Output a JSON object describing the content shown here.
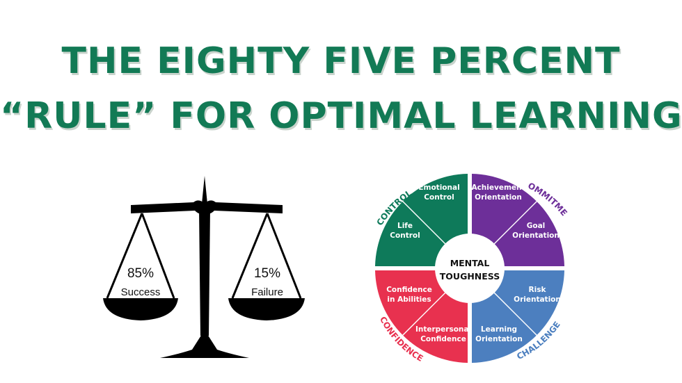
{
  "title": {
    "line1": "THE EIGHTY FIVE PERCENT",
    "line2": "“RULE” FOR OPTIMAL LEARNING"
  },
  "scale": {
    "left": {
      "percent": "85%",
      "label": "Success"
    },
    "right": {
      "percent": "15%",
      "label": "Failure"
    }
  },
  "wheel": {
    "center": {
      "line1": "MENTAL",
      "line2": "TOUGHNESS"
    },
    "dimensions": {
      "control": {
        "label": "CONTROL",
        "color": "#0e7a5a"
      },
      "commitment": {
        "label": "COMMITMENT",
        "color": "#6d2f99"
      },
      "challenge": {
        "label": "CHALLENGE",
        "color": "#4c7fbf"
      },
      "confidence": {
        "label": "CONFIDENCE",
        "color": "#e8314f"
      }
    },
    "segments": {
      "emotional_control": {
        "line1": "Emotional",
        "line2": "Control"
      },
      "life_control": {
        "line1": "Life",
        "line2": "Control"
      },
      "achievement_orientation": {
        "line1": "Achievement",
        "line2": "Orientation"
      },
      "goal_orientation": {
        "line1": "Goal",
        "line2": "Orientation"
      },
      "risk_orientation": {
        "line1": "Risk",
        "line2": "Orientation"
      },
      "learning_orientation": {
        "line1": "Learning",
        "line2": "Orientation"
      },
      "confidence_in_abilities": {
        "line1": "Confidence",
        "line2": "in Abilities"
      },
      "interpersonal_confidence": {
        "line1": "Interpersonal",
        "line2": "Confidence"
      }
    }
  }
}
